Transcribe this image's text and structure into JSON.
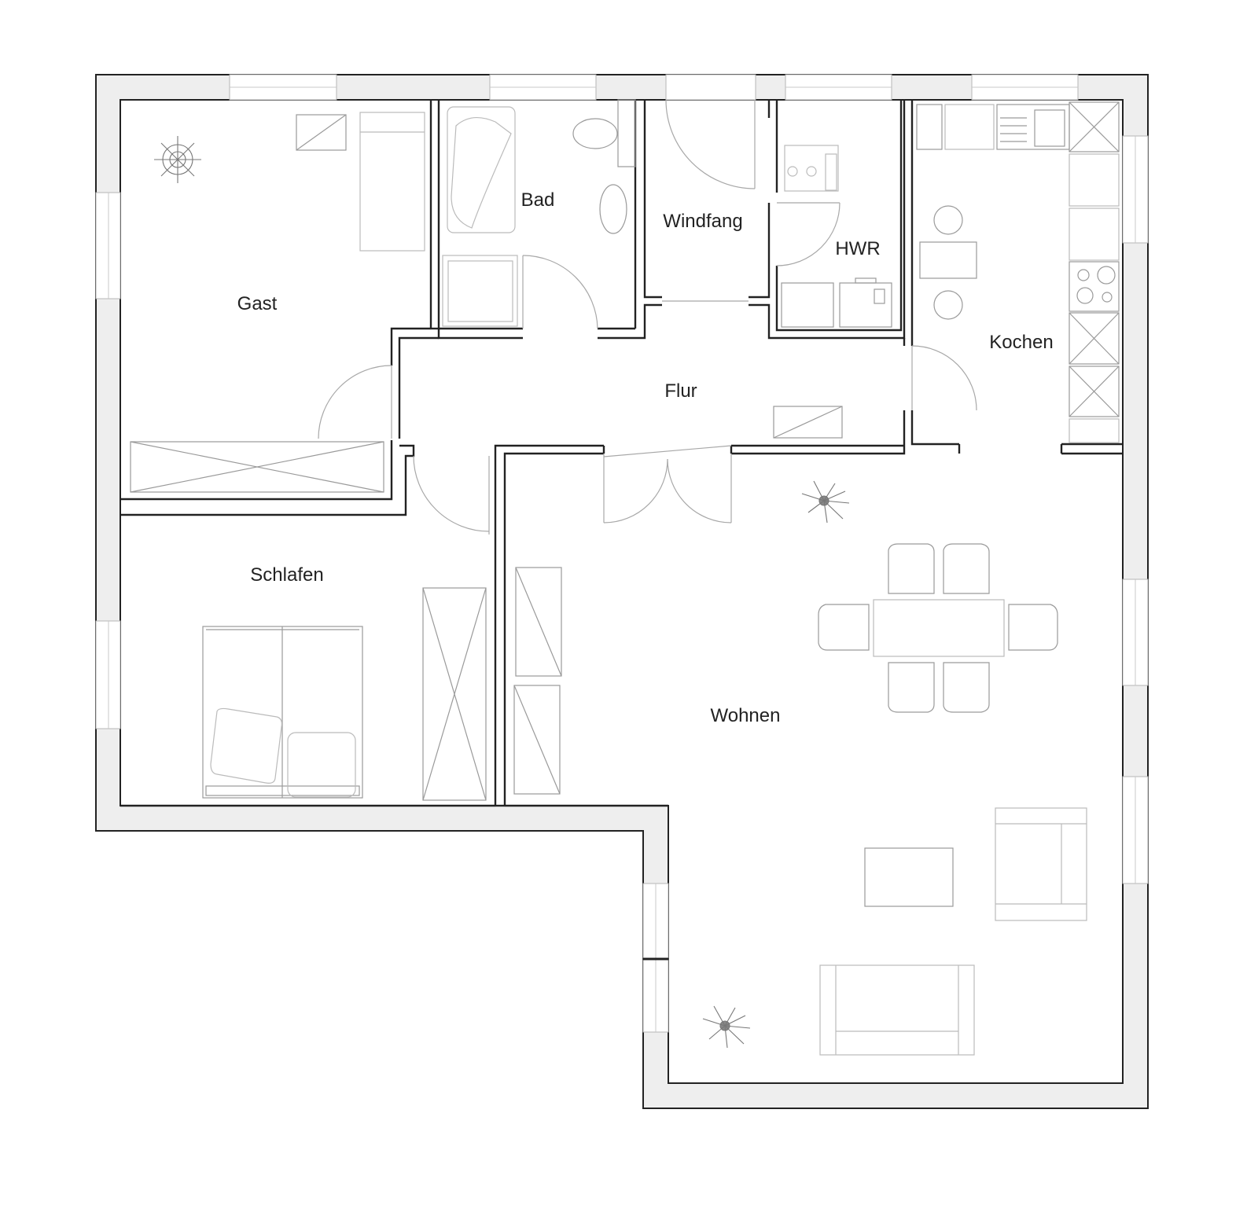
{
  "rooms": {
    "gast": "Gast",
    "bad": "Bad",
    "windfang": "Windfang",
    "hwr": "HWR",
    "kochen": "Kochen",
    "flur": "Flur",
    "schlafen": "Schlafen",
    "wohnen": "Wohnen"
  },
  "colors": {
    "wall_fill": "#eeeeee",
    "line": "#222222",
    "furniture": "#9a9a9a"
  }
}
